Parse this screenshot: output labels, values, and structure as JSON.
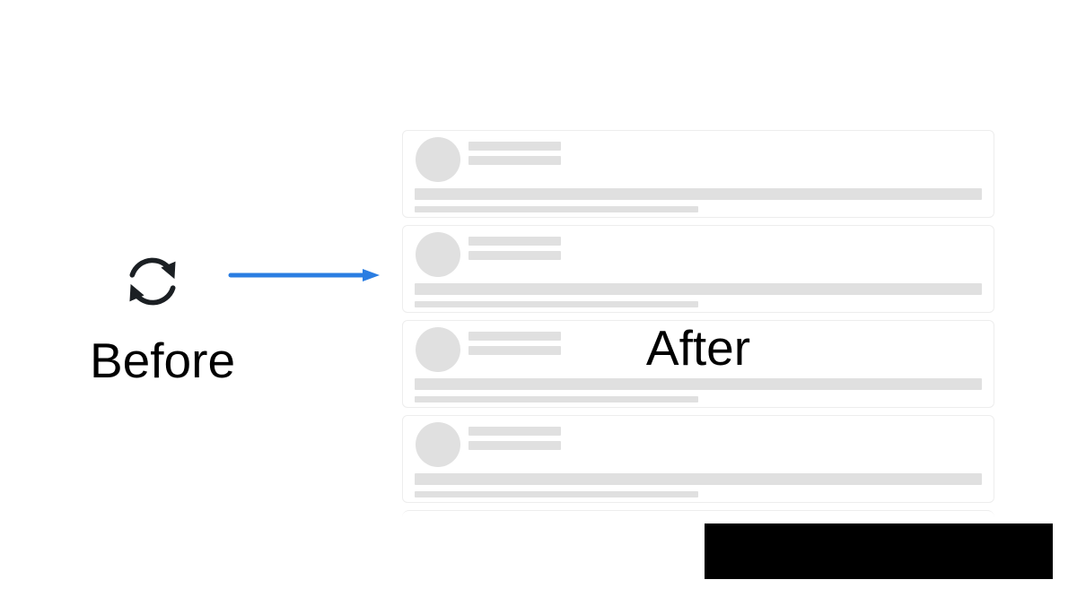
{
  "labels": {
    "before": "Before",
    "after": "After"
  },
  "colors": {
    "background": "#ffffff",
    "text_black": "#000000",
    "skeleton_gray": "#e0e0e0",
    "card_border": "#ededed",
    "arrow_blue": "#2a7de2",
    "icon_black": "#1b1f23",
    "redaction_black": "#000000"
  },
  "icons": {
    "before_state": "refresh-cycle-icon",
    "transition": "arrow-right-icon"
  },
  "skeleton_list": {
    "card_count": 5,
    "cards": [
      {
        "type": "skeleton"
      },
      {
        "type": "skeleton"
      },
      {
        "type": "skeleton",
        "label": "After"
      },
      {
        "type": "skeleton"
      },
      {
        "type": "partial-empty"
      }
    ]
  },
  "redaction_box": {
    "present": true
  }
}
